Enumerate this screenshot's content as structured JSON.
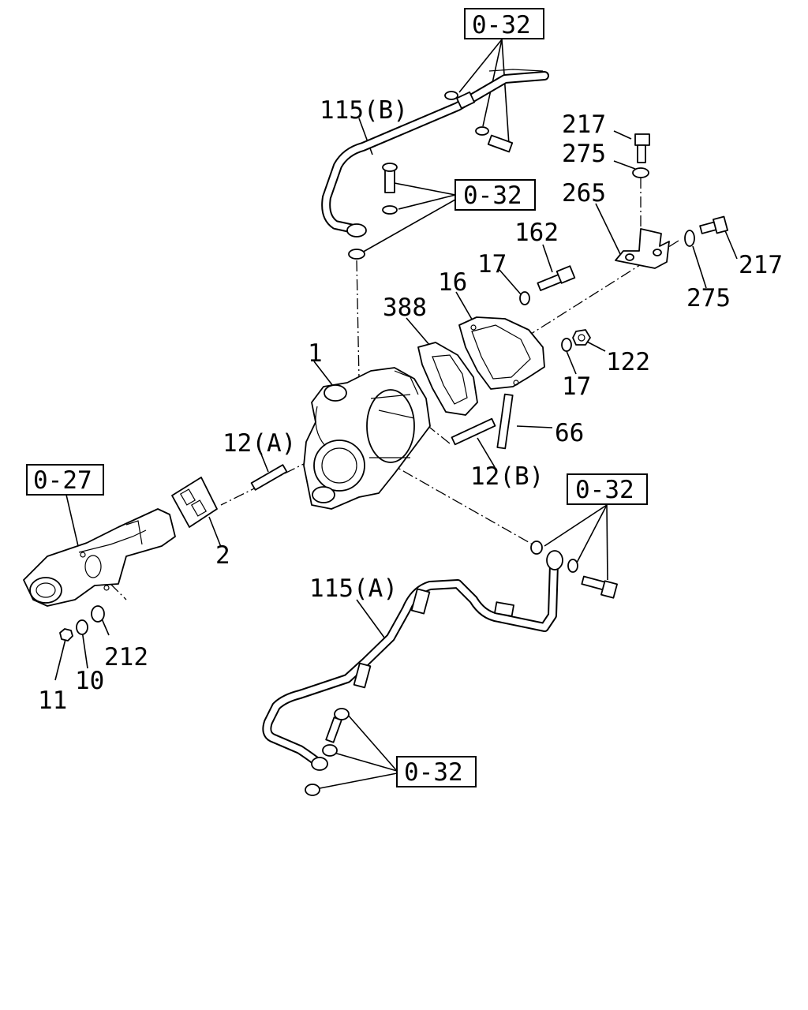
{
  "refs": {
    "r_top": "0-32",
    "r_mid": "0-32",
    "r_right": "0-32",
    "r_bottom": "0-32",
    "r_left": "0-27"
  },
  "parts": {
    "p115b": "115(B)",
    "p217a": "217",
    "p275a": "275",
    "p265": "265",
    "p162": "162",
    "p217b": "217",
    "p17a": "17",
    "p16": "16",
    "p388": "388",
    "p275b": "275",
    "p1": "1",
    "p122": "122",
    "p17b": "17",
    "p66": "66",
    "p12a": "12(A)",
    "p12b": "12(B)",
    "p2": "2",
    "p115a": "115(A)",
    "p212": "212",
    "p10": "10",
    "p11": "11"
  }
}
